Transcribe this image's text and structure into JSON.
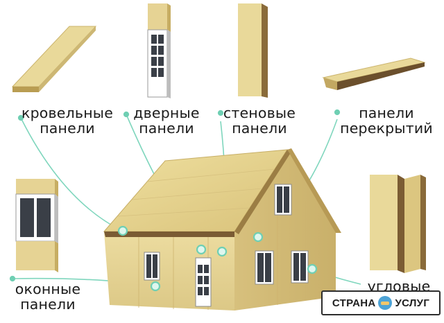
{
  "labels": {
    "roof": [
      "кровельные",
      "панели"
    ],
    "door": [
      "дверные",
      "панели"
    ],
    "wall": [
      "стеновые",
      "панели"
    ],
    "floor": [
      "панели",
      "перекрытий"
    ],
    "window": [
      "оконные",
      "панели"
    ],
    "corner": [
      "угловые"
    ]
  },
  "watermark": {
    "left": "СТРАНА",
    "right": "УСЛУГ"
  },
  "colors": {
    "panel": "#e9d99a",
    "connector": "#6fcfb3",
    "roof": "#e8d58a",
    "wall": "#e4cf8f"
  }
}
